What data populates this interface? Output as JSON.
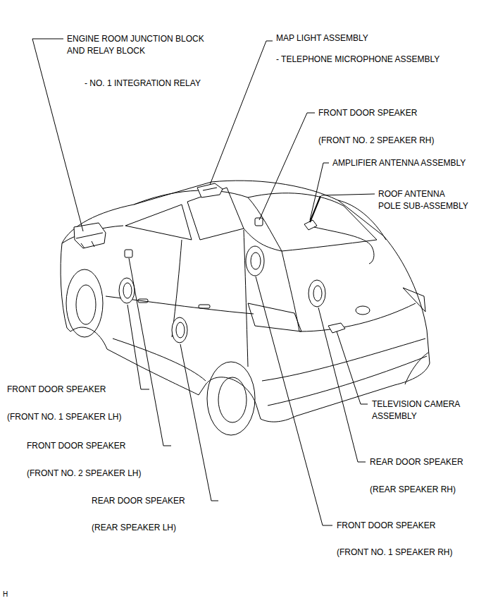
{
  "diagram": {
    "labels": [
      "ENGINE ROOM JUNCTION BLOCK AND RELAY BLOCK",
      "- NO. 1 INTEGRATION RELAY",
      "MAP LIGHT ASSEMBLY",
      "- TELEPHONE MICROPHONE ASSEMBLY",
      "FRONT DOOR SPEAKER",
      "(FRONT NO. 2 SPEAKER RH)",
      "AMPLIFIER ANTENNA ASSEMBLY",
      "ROOF ANTENNA POLE SUB-ASSEMBLY",
      "FRONT DOOR SPEAKER",
      "(FRONT NO. 1 SPEAKER LH)",
      "TELEVISION CAMERA ASSEMBLY",
      "FRONT DOOR SPEAKER",
      "(FRONT NO. 2 SPEAKER LH)",
      "REAR DOOR SPEAKER",
      "(REAR SPEAKER RH)",
      "REAR DOOR SPEAKER",
      "(REAR SPEAKER LH)",
      "FRONT DOOR SPEAKER",
      "(FRONT NO. 1 SPEAKER RH)",
      "H"
    ]
  }
}
